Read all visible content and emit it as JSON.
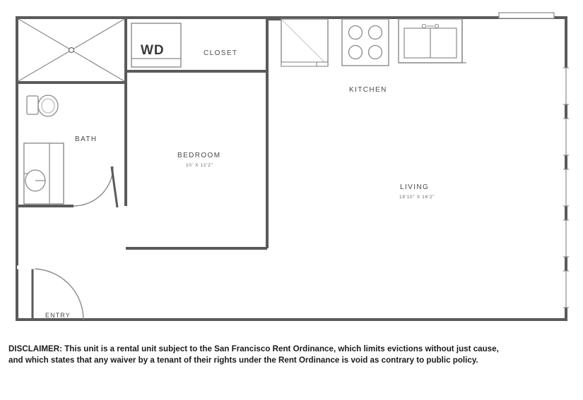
{
  "floorplan": {
    "rooms": [
      {
        "name": "WD",
        "dims": ""
      },
      {
        "name": "CLOSET",
        "dims": ""
      },
      {
        "name": "KITCHEN",
        "dims": ""
      },
      {
        "name": "BATH",
        "dims": ""
      },
      {
        "name": "BEDROOM",
        "dims": "10' X 12'2\""
      },
      {
        "name": "LIVING",
        "dims": "18'10\" X 16'2\""
      },
      {
        "name": "ENTRY",
        "dims": ""
      }
    ],
    "colors": {
      "wall": "#5a5a5a",
      "thin_line": "#8a8a8a",
      "fixture": "#7d7d7d",
      "label": "#4a4a4a"
    }
  },
  "disclaimer": {
    "line1": "DISCLAIMER: This unit is a rental unit subject to the San Francisco Rent Ordinance, which limits evictions without just cause,",
    "line2": "and which states that any waiver by a tenant of their rights under the Rent Ordinance is void as contrary to public policy."
  }
}
